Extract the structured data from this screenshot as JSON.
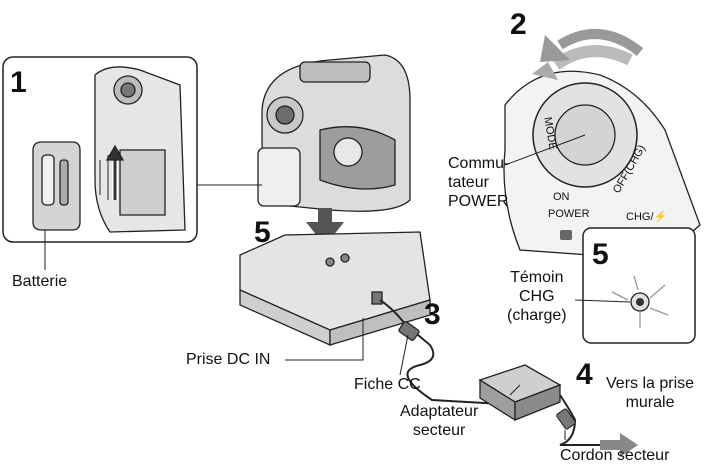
{
  "steps": [
    "1",
    "2",
    "3",
    "4",
    "5",
    "5"
  ],
  "labels": {
    "commutateur": [
      "Commu-",
      "tateur",
      "POWER"
    ],
    "batterie": "Batterie",
    "temoin": [
      "Témoin",
      "CHG",
      "(charge)"
    ],
    "prise_dc_in": "Prise DC IN",
    "fiche_cc": "Fiche CC",
    "vers_prise": [
      "Vers la prise",
      "murale"
    ],
    "adaptateur": [
      "Adaptateur",
      "secteur"
    ],
    "cordon": "Cordon secteur"
  },
  "dial": {
    "mode": "MODE",
    "on": "ON",
    "off": "OFF(CHG)",
    "power": "POWER",
    "chg": "CHG/⚡"
  }
}
